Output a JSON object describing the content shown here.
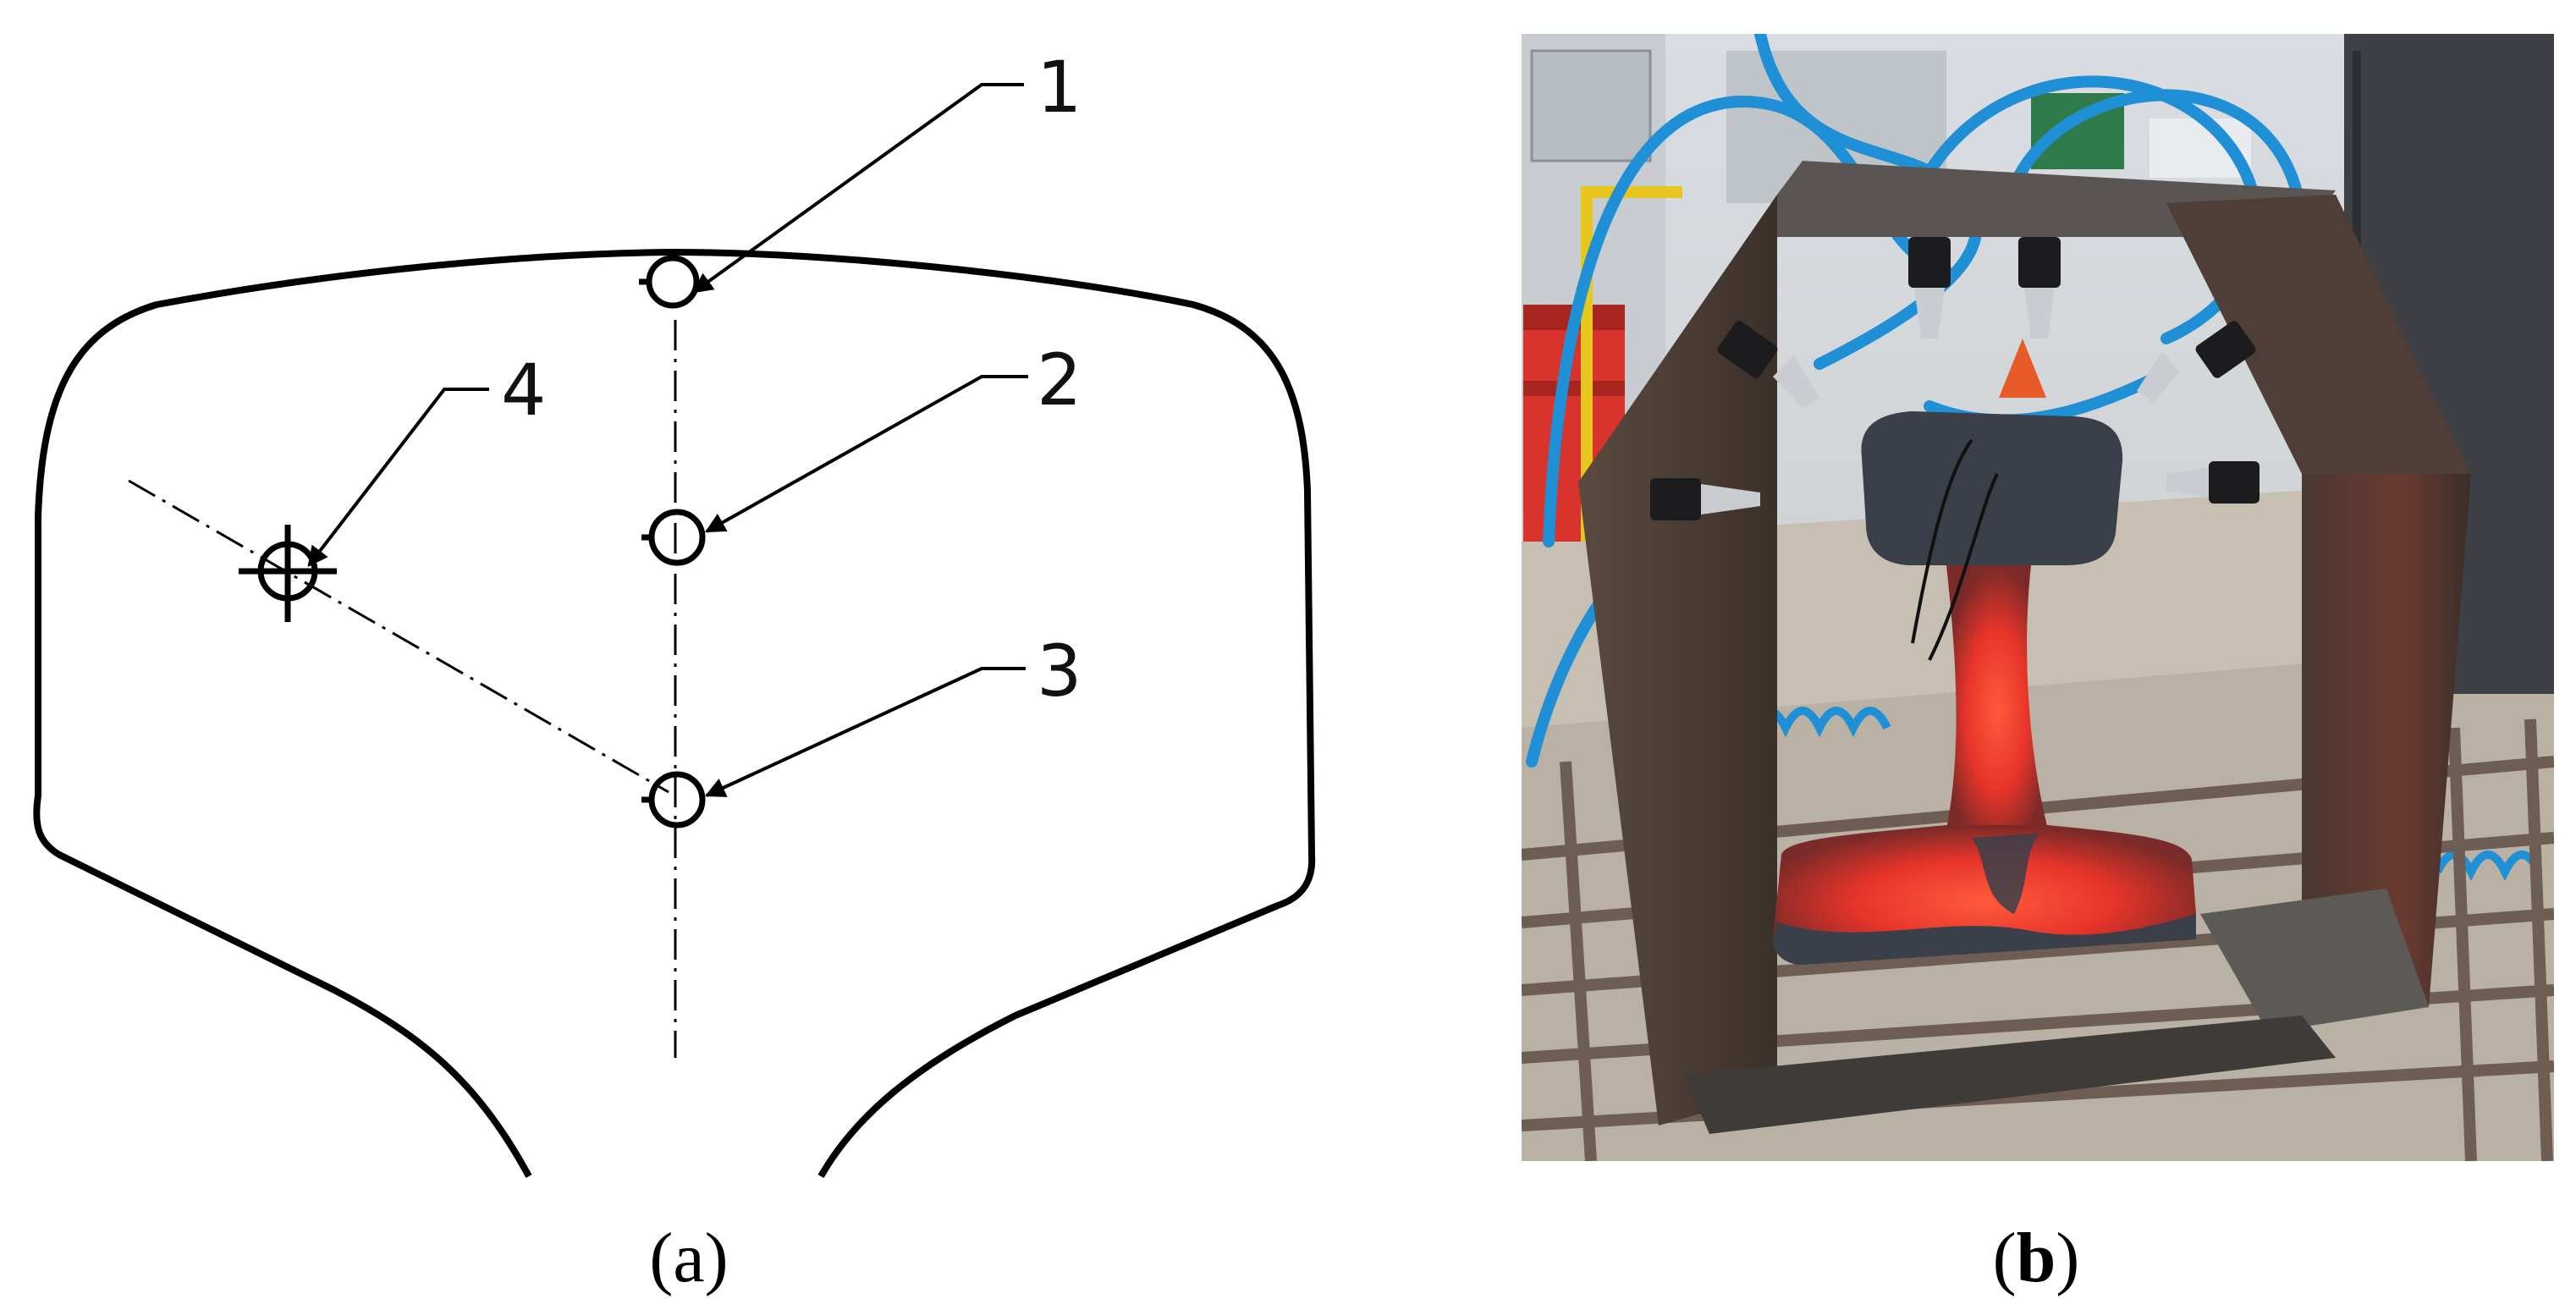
{
  "panels": [
    {
      "id": "a",
      "caption": "a",
      "kind": "drawing",
      "callouts": [
        {
          "label": "1"
        },
        {
          "label": "2"
        },
        {
          "label": "3"
        },
        {
          "label": "4"
        }
      ]
    },
    {
      "id": "b",
      "caption": "b",
      "kind": "photo"
    }
  ],
  "colors": {
    "line": "#000000",
    "hot_metal": "#e8342a",
    "scale_dark": "#3a3f4a",
    "hose_blue": "#1f8fd6",
    "steel_plate": "#4a3b33",
    "floor": "#c9c3b6"
  }
}
